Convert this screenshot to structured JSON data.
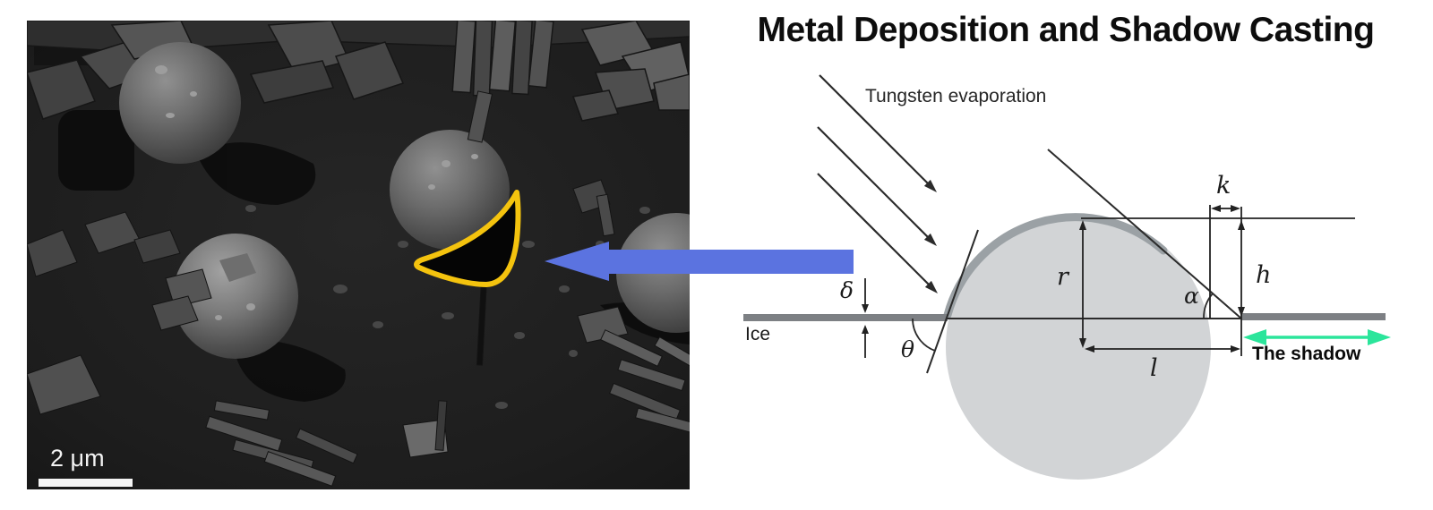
{
  "figure": {
    "title": "Metal Deposition and Shadow Casting"
  },
  "sem_panel": {
    "scale_bar_label": "2 μm",
    "highlight": "yellow outline around cast shadow of middle sphere"
  },
  "diagram": {
    "evaporation_label": "Tungsten evaporation",
    "ice_label": "Ice",
    "shadow_label": "The shadow",
    "labels": {
      "delta": "δ",
      "theta": "θ",
      "r": "r",
      "alpha": "α",
      "k": "k",
      "h": "h",
      "l": "l"
    },
    "colors": {
      "pointer_arrow_blue": "#5b73e0",
      "shadow_arrow_green": "#2be59b",
      "shadow_outline_yellow": "#f4c30e",
      "sphere_fill": "#d2d4d6",
      "metal_coating_gray": "#9ba1a5",
      "ice_line_gray": "#7d8084",
      "line_color": "#2b2b2b"
    }
  }
}
